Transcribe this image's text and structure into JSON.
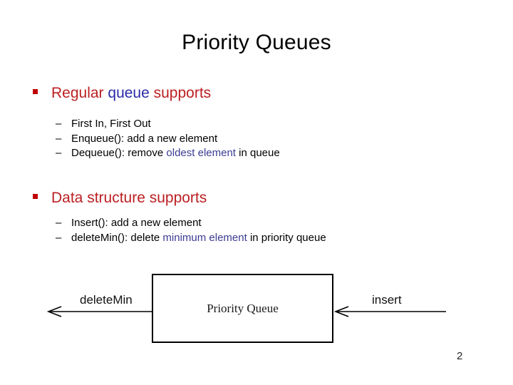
{
  "slide": {
    "title": "Priority Queues",
    "page_number": "2",
    "background_color": "#ffffff"
  },
  "colors": {
    "title": "#000000",
    "heading_red": "#BC1F22",
    "accent_blue": "#2A2AA8",
    "highlight_slate": "#3B3B93",
    "body_black": "#000000",
    "bullet_square": "#C00000",
    "diagram_stroke": "#000000"
  },
  "content": {
    "blocks": [
      {
        "heading_runs": [
          {
            "text": "Regular ",
            "color": "red"
          },
          {
            "text": "queue",
            "color": "blue"
          },
          {
            "text": " supports",
            "color": "red"
          }
        ],
        "sub_items": [
          {
            "dash": "–",
            "runs": [
              {
                "text": "First In, First Out",
                "color": "black"
              }
            ]
          },
          {
            "dash": "–",
            "runs": [
              {
                "text": "Enqueue(): add a new element",
                "color": "black"
              }
            ]
          },
          {
            "dash": "–",
            "runs": [
              {
                "text": "Dequeue(): remove ",
                "color": "black"
              },
              {
                "text": "oldest element",
                "color": "slate"
              },
              {
                "text": " in queue",
                "color": "black"
              }
            ]
          }
        ]
      },
      {
        "heading_runs": [
          {
            "text": "Data structure supports",
            "color": "red"
          }
        ],
        "sub_items": [
          {
            "dash": "–",
            "runs": [
              {
                "text": "Insert(): add a new element",
                "color": "black"
              }
            ]
          },
          {
            "dash": "–",
            "runs": [
              {
                "text": "deleteMin(): delete ",
                "color": "black"
              },
              {
                "text": "minimum element",
                "color": "slate"
              },
              {
                "text": " in priority queue",
                "color": "black"
              }
            ]
          }
        ]
      }
    ]
  },
  "diagram": {
    "box_label": "Priority Queue",
    "left_arrow_label": "deleteMin",
    "right_arrow_label": "insert",
    "left_arrow_direction": "left",
    "right_arrow_direction": "left"
  }
}
